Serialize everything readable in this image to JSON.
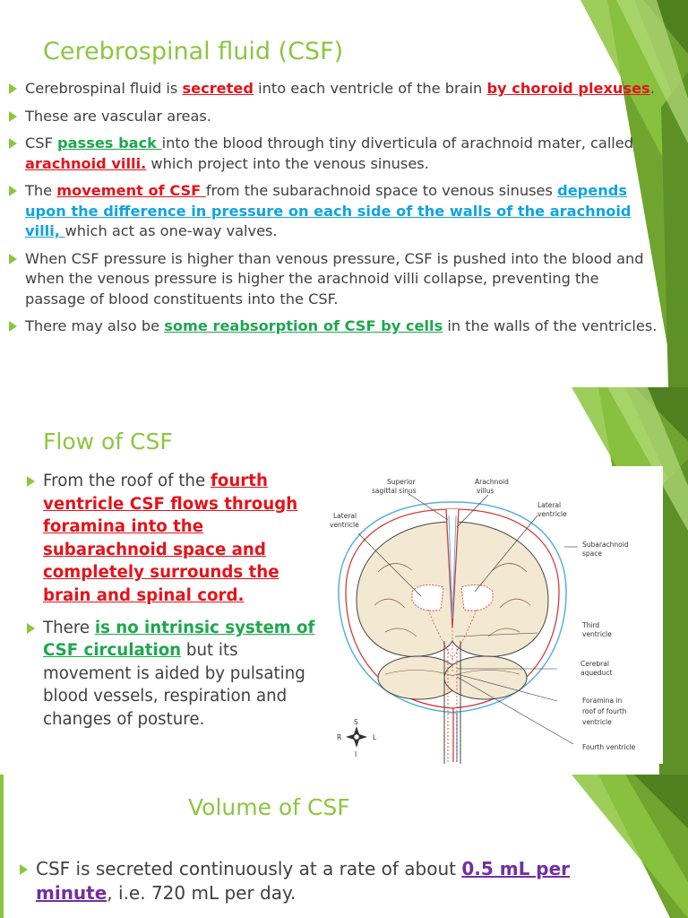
{
  "slide1": {
    "title": "Cerebrospinal fluid (CSF)",
    "bullets": [
      {
        "parts": [
          {
            "text": "Cerebrospinal fluid is ",
            "style": ""
          },
          {
            "text": "secreted",
            "style": "red"
          },
          {
            "text": " into each ventricle of the brain ",
            "style": ""
          },
          {
            "text": "by choroid plexuses",
            "style": "red"
          },
          {
            "text": ".",
            "style": ""
          }
        ]
      },
      {
        "parts": [
          {
            "text": " These are vascular areas.",
            "style": ""
          }
        ]
      },
      {
        "parts": [
          {
            "text": "CSF ",
            "style": ""
          },
          {
            "text": "passes back ",
            "style": "green"
          },
          {
            "text": "into the blood through tiny diverticula of arachnoid mater, called ",
            "style": ""
          },
          {
            "text": "arachnoid villi.",
            "style": "red"
          },
          {
            "text": " which project into the venous sinuses.",
            "style": ""
          }
        ]
      },
      {
        "parts": [
          {
            "text": "The ",
            "style": ""
          },
          {
            "text": "movement of CSF ",
            "style": "red"
          },
          {
            "text": "from the subarachnoid space to venous sinuses ",
            "style": ""
          },
          {
            "text": "depends upon the difference in pressure on each side of the walls of the arachnoid villi, ",
            "style": "cyan"
          },
          {
            "text": "which act as one-way valves.",
            "style": ""
          }
        ]
      },
      {
        "parts": [
          {
            "text": " When CSF pressure is higher than venous pressure, CSF is pushed into the blood and when the venous pressure is higher the arachnoid villi collapse, preventing the passage of blood constituents into the CSF.",
            "style": ""
          }
        ]
      },
      {
        "parts": [
          {
            "text": "There may also be ",
            "style": ""
          },
          {
            "text": "some reabsorption of CSF by cells",
            "style": "green"
          },
          {
            "text": " in the walls of the ventricles.",
            "style": ""
          }
        ]
      }
    ]
  },
  "slide2": {
    "title": "Flow of CSF",
    "bullets": [
      {
        "parts": [
          {
            "text": "From the roof of the ",
            "style": ""
          },
          {
            "text": "fourth ventricle CSF flows through foramina into the subarachnoid space and completely surrounds the brain and spinal cord.",
            "style": "red"
          }
        ]
      },
      {
        "parts": [
          {
            "text": "There ",
            "style": ""
          },
          {
            "text": "is no intrinsic system of CSF circulation",
            "style": "green"
          },
          {
            "text": " but its movement is aided by pulsating blood vessels, respiration and changes of posture.",
            "style": ""
          }
        ]
      }
    ],
    "diagram_labels": {
      "superior_sagittal_sinus_1": "Superior",
      "superior_sagittal_sinus_2": "sagittal sinus",
      "arachnoid_villus_1": "Arachnoid",
      "arachnoid_villus_2": "villus",
      "lateral_ventricle_right_1": "Lateral",
      "lateral_ventricle_right_2": "ventricle",
      "lateral_ventricle_left_1": "Lateral",
      "lateral_ventricle_left_2": "ventricle",
      "subarachnoid_space_1": "Subarachnoid",
      "subarachnoid_space_2": "space",
      "third_ventricle_1": "Third",
      "third_ventricle_2": "ventricle",
      "cerebral_aqueduct_1": "Cerebral",
      "cerebral_aqueduct_2": "aqueduct",
      "foramina_1": "Foramina in",
      "foramina_2": "roof of fourth",
      "foramina_3": "ventricle",
      "fourth_ventricle": "Fourth ventricle",
      "compass_s": "S",
      "compass_i": "I",
      "compass_r": "R",
      "compass_l": "L"
    }
  },
  "slide3": {
    "title": "Volume of CSF",
    "bullets": [
      {
        "parts": [
          {
            "text": "CSF is secreted continuously at a rate of about ",
            "style": ""
          },
          {
            "text": "0.5 mL per minute",
            "style": "purple"
          },
          {
            "text": ", i.e. 720 mL per day.",
            "style": ""
          }
        ]
      }
    ]
  },
  "colors": {
    "title": "#8cc63f",
    "bullet": "#8cc63f",
    "red": "#e4141b",
    "green": "#1ea74f",
    "cyan": "#11a3e0",
    "purple": "#7030a0"
  }
}
